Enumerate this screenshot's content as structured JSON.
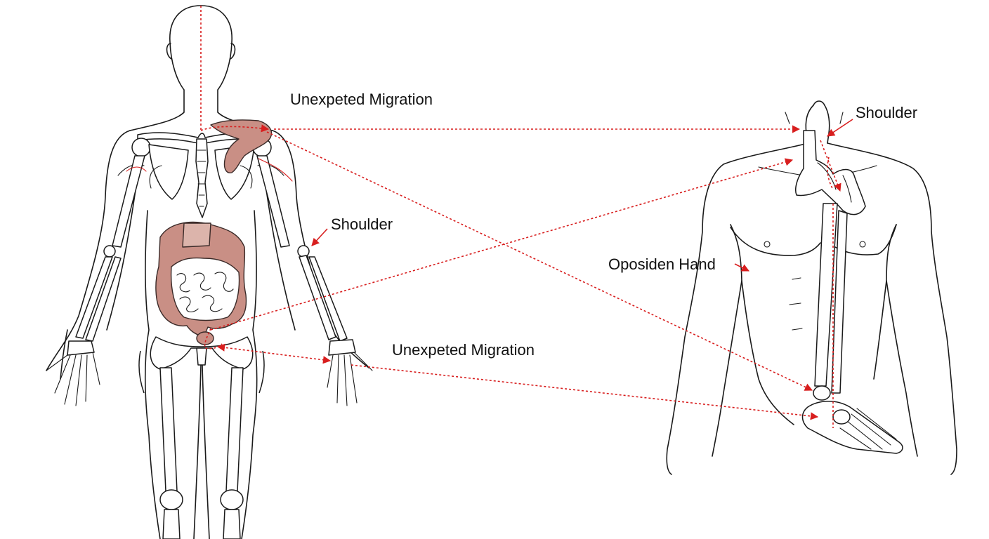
{
  "labels": {
    "migration_top": "Unexpeted Migration",
    "shoulder_left": "Shoulder",
    "migration_mid": "Unexpeted Migration",
    "shoulder_right": "Shoulder",
    "opposite_hand": "Oposiden Hand"
  },
  "colors": {
    "arrow": "#d81e1e",
    "organ_fill": "#c98f85",
    "outline": "#1a1a1a"
  }
}
